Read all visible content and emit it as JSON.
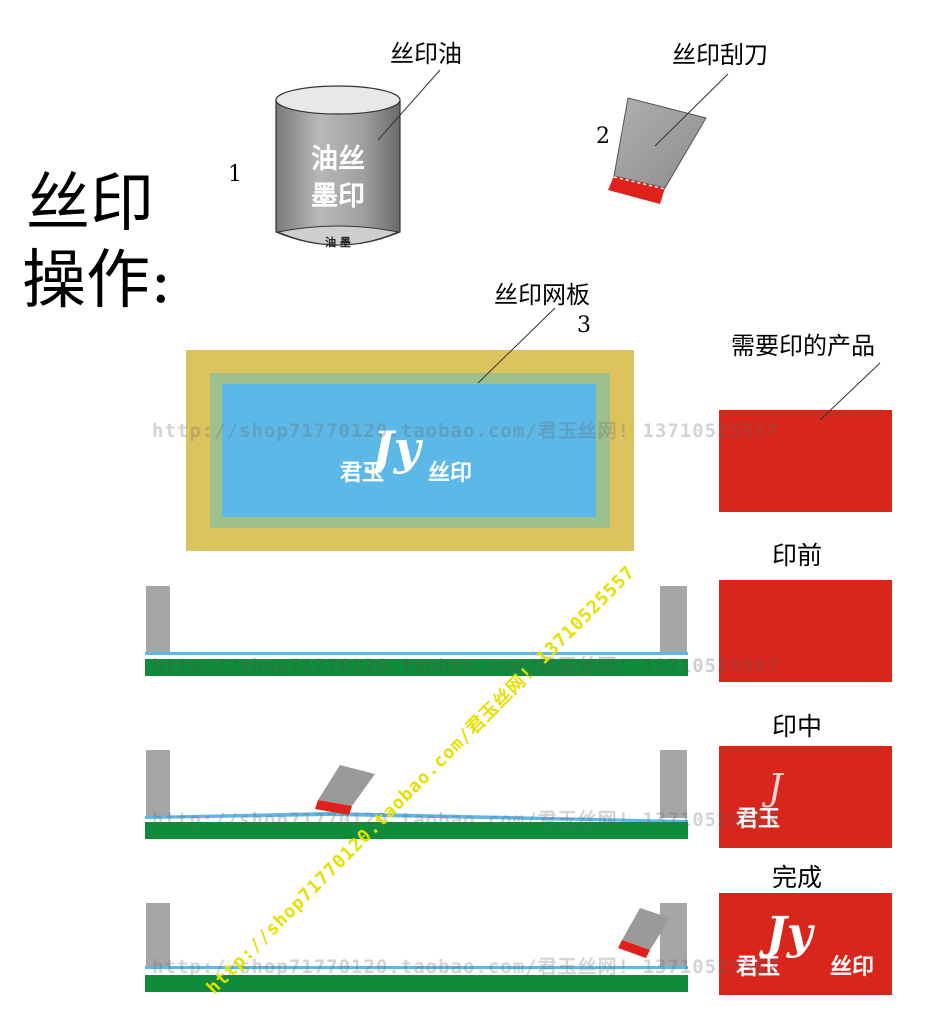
{
  "title": {
    "line1": "丝印",
    "line2": "操作:"
  },
  "ink_can": {
    "number": "1",
    "label": "丝印油",
    "body_col_right": "丝印",
    "body_col_left": "油墨",
    "bottom_text": "油 墨"
  },
  "squeegee": {
    "number": "2",
    "label": "丝印刮刀"
  },
  "screen": {
    "number": "3",
    "label": "丝印网板",
    "logo_cn": "君玉",
    "logo_cn2": "丝印",
    "logo_en": "Jy"
  },
  "product": {
    "label": "需要印的产品"
  },
  "steps": [
    {
      "label": "印前"
    },
    {
      "label": "印中"
    },
    {
      "label": "完成"
    }
  ],
  "watermark": {
    "line": "http://shop71770120.taobao.com/君玉丝网! 13710525557",
    "diagonal": "http://shop71770120.taobao.com/君玉丝网! 13710525557"
  },
  "colors": {
    "frame_outer": "#dcc35e",
    "frame_inner": "#9ec08d",
    "mesh": "#5cb8e6",
    "product_red": "#d9261c",
    "base_green": "#0f8c3a",
    "post_gray": "#a6a6a6",
    "blade_red": "#e0201a"
  }
}
